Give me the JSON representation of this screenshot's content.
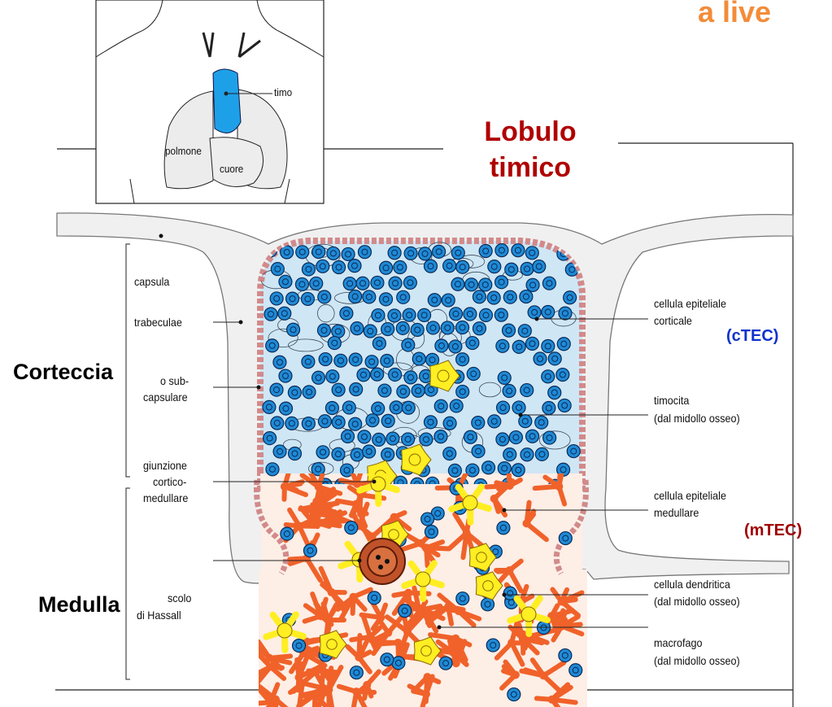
{
  "header": {
    "partial_title": "a live"
  },
  "title": {
    "line1": "Lobulo",
    "line2": "timico"
  },
  "inset": {
    "timo": "timo",
    "polmone": "polmone",
    "cuore": "cuore"
  },
  "regions": {
    "corteccia": "Corteccia",
    "medulla": "Medulla"
  },
  "left_labels": {
    "capsula": "capsula",
    "trabeculae": "trabeculae",
    "subcaps_1": "o sub-",
    "subcaps_2": "capsulare",
    "giunzione_1": "giunzione",
    "giunzione_2": "cortico-",
    "giunzione_3": "medullare",
    "hassall_1": "scolo",
    "hassall_2": "di Hassall"
  },
  "right_labels": {
    "ctec_1": "cellula epiteliale",
    "ctec_2": "corticale",
    "timocita_1": "timocita",
    "timocita_2": "(dal midollo osseo)",
    "mtec_1": "cellula epiteliale",
    "mtec_2": "medullare",
    "dendritica_1": "cellula dendritica",
    "dendritica_2": "(dal midollo osseo)",
    "macrofago_1": "macrofago",
    "macrofago_2": "(dal midollo osseo)"
  },
  "acronyms": {
    "ctec": "(cTEC)",
    "mtec": "(mTEC)"
  },
  "colors": {
    "thymus": "#1ea0e8",
    "cortex_bg": "#cfe6f5",
    "thymocyte": "#1f8ad6",
    "medulla_bg": "#fdeee6",
    "epithelial_medullary": "#f0622a",
    "dendritic": "#ffee22",
    "capsule": "#f0f0f0",
    "capsule_edge": "#e79a9a",
    "title_red": "#b00000",
    "ctec_blue": "#1133cc",
    "header_orange": "#f28c3a"
  }
}
